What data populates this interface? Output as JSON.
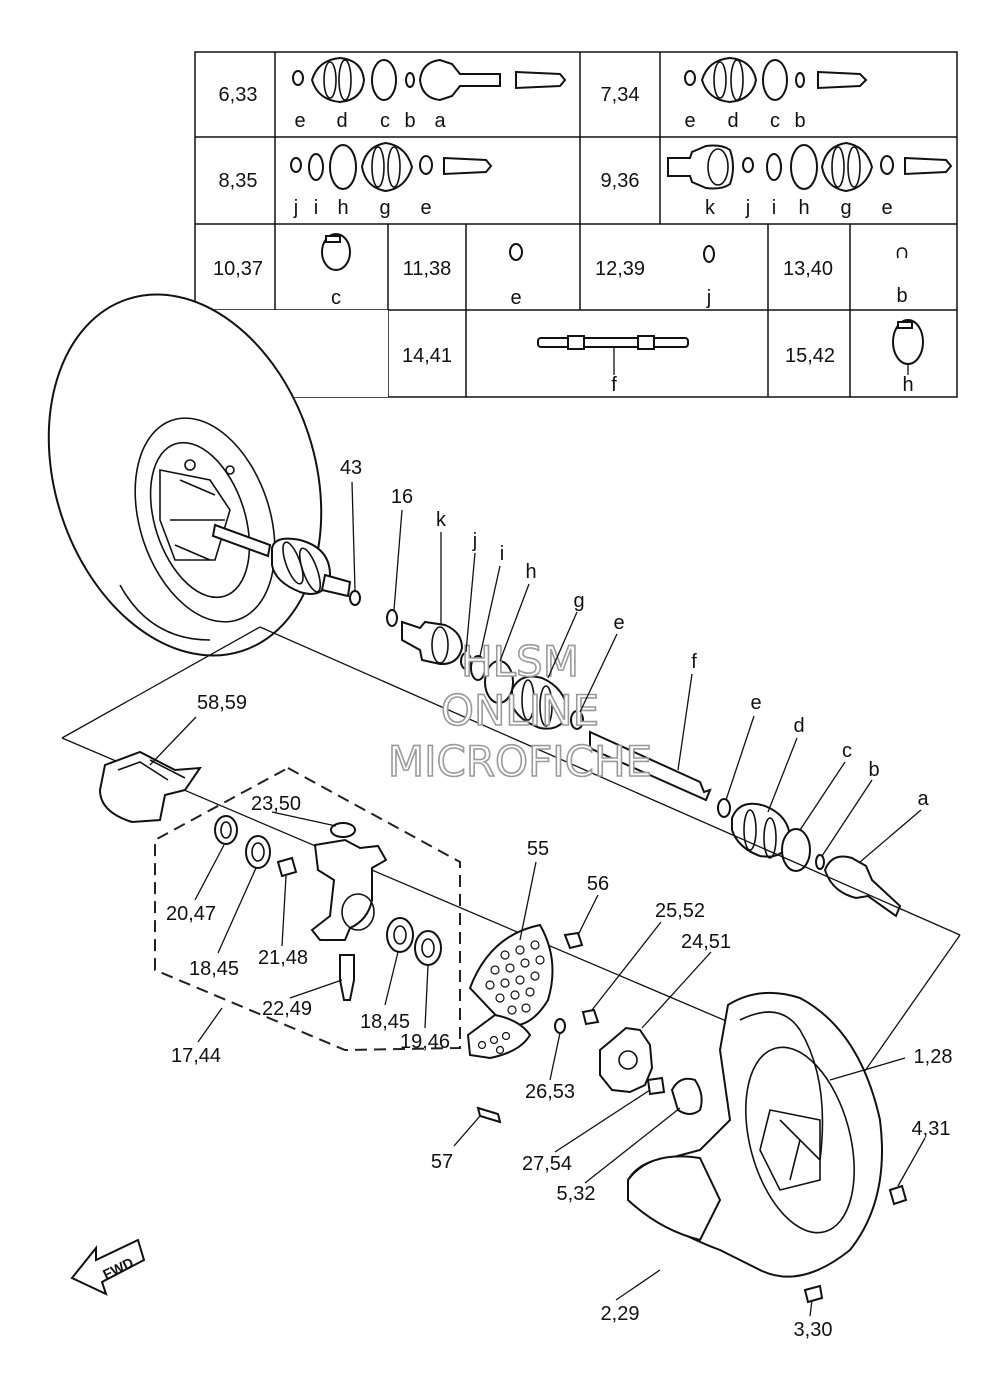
{
  "table": {
    "rows": [
      [
        {
          "ref": "6,33",
          "letters": [
            "e",
            "d",
            "c",
            "b",
            "a"
          ]
        },
        {
          "ref": "7,34",
          "letters": [
            "e",
            "d",
            "c",
            "b"
          ]
        }
      ],
      [
        {
          "ref": "8,35",
          "letters": [
            "j",
            "i",
            "h",
            "g",
            "e"
          ]
        },
        {
          "ref": "9,36",
          "letters": [
            "k",
            "j",
            "i",
            "h",
            "g",
            "e"
          ]
        }
      ],
      [
        {
          "ref": "10,37",
          "letters": [
            "c"
          ]
        },
        {
          "ref": "11,38",
          "letters": [
            "e"
          ]
        },
        {
          "ref": "12,39",
          "letters": [
            "j"
          ]
        },
        {
          "ref": "13,40",
          "letters": [
            "b"
          ]
        }
      ],
      [
        {
          "ref": "14,41",
          "letters": [
            "f"
          ]
        },
        {
          "ref": "15,42",
          "letters": [
            "h"
          ]
        }
      ]
    ]
  },
  "callouts": {
    "shaft": [
      "43",
      "16",
      "k",
      "j",
      "i",
      "h",
      "g",
      "e",
      "f",
      "e",
      "d",
      "c",
      "b",
      "a"
    ],
    "knuckle": [
      "58,59",
      "23,50",
      "20,47",
      "18,45",
      "21,48",
      "22,49",
      "18,45",
      "19,46",
      "17,44"
    ],
    "brake": [
      "55",
      "56",
      "25,52",
      "24,51",
      "26,53",
      "57",
      "27,54",
      "5,32"
    ],
    "wheel": [
      "1,28",
      "4,31",
      "2,29",
      "3,30"
    ]
  },
  "fwd_label": "FWD",
  "watermark": [
    "HLSM",
    "ONLINE",
    "MICROFICHE"
  ]
}
